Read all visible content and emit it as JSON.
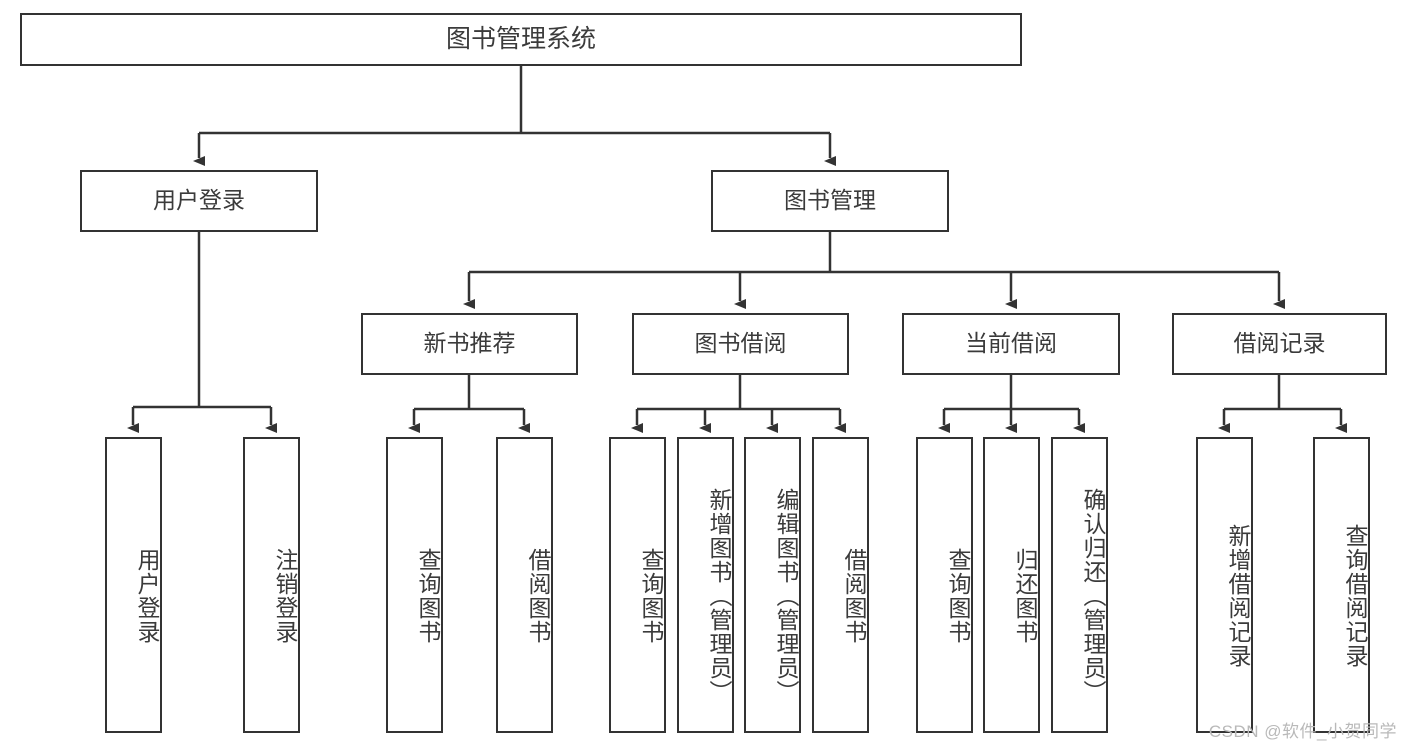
{
  "diagram": {
    "type": "tree-hierarchy",
    "title": "图书管理系统",
    "watermark": "CSDN @软件_小贺同学",
    "colors": {
      "background": "#ffffff",
      "box_border": "#333333",
      "box_fill": "#ffffff",
      "connector": "#333333",
      "text": "#3b3b3b",
      "watermark": "#b9b9b9"
    },
    "nodes": {
      "root": {
        "label": "图书管理系统"
      },
      "level2": [
        {
          "label": "用户登录"
        },
        {
          "label": "图书管理"
        }
      ],
      "level3": [
        {
          "label": "新书推荐"
        },
        {
          "label": "图书借阅"
        },
        {
          "label": "当前借阅"
        },
        {
          "label": "借阅记录"
        }
      ],
      "leaves": {
        "user_login": [
          {
            "label": "用户登录"
          },
          {
            "label": "注销登录"
          }
        ],
        "new_book_recommend": [
          {
            "label": "查询图书"
          },
          {
            "label": "借阅图书"
          }
        ],
        "book_borrow": [
          {
            "label": "查询图书"
          },
          {
            "label": "新增图书（管理员）"
          },
          {
            "label": "编辑图书（管理员）"
          },
          {
            "label": "借阅图书"
          }
        ],
        "current_borrow": [
          {
            "label": "查询图书"
          },
          {
            "label": "归还图书"
          },
          {
            "label": "确认归还（管理员）"
          }
        ],
        "borrow_record": [
          {
            "label": "新增借阅记录"
          },
          {
            "label": "查询借阅记录"
          }
        ]
      }
    }
  }
}
